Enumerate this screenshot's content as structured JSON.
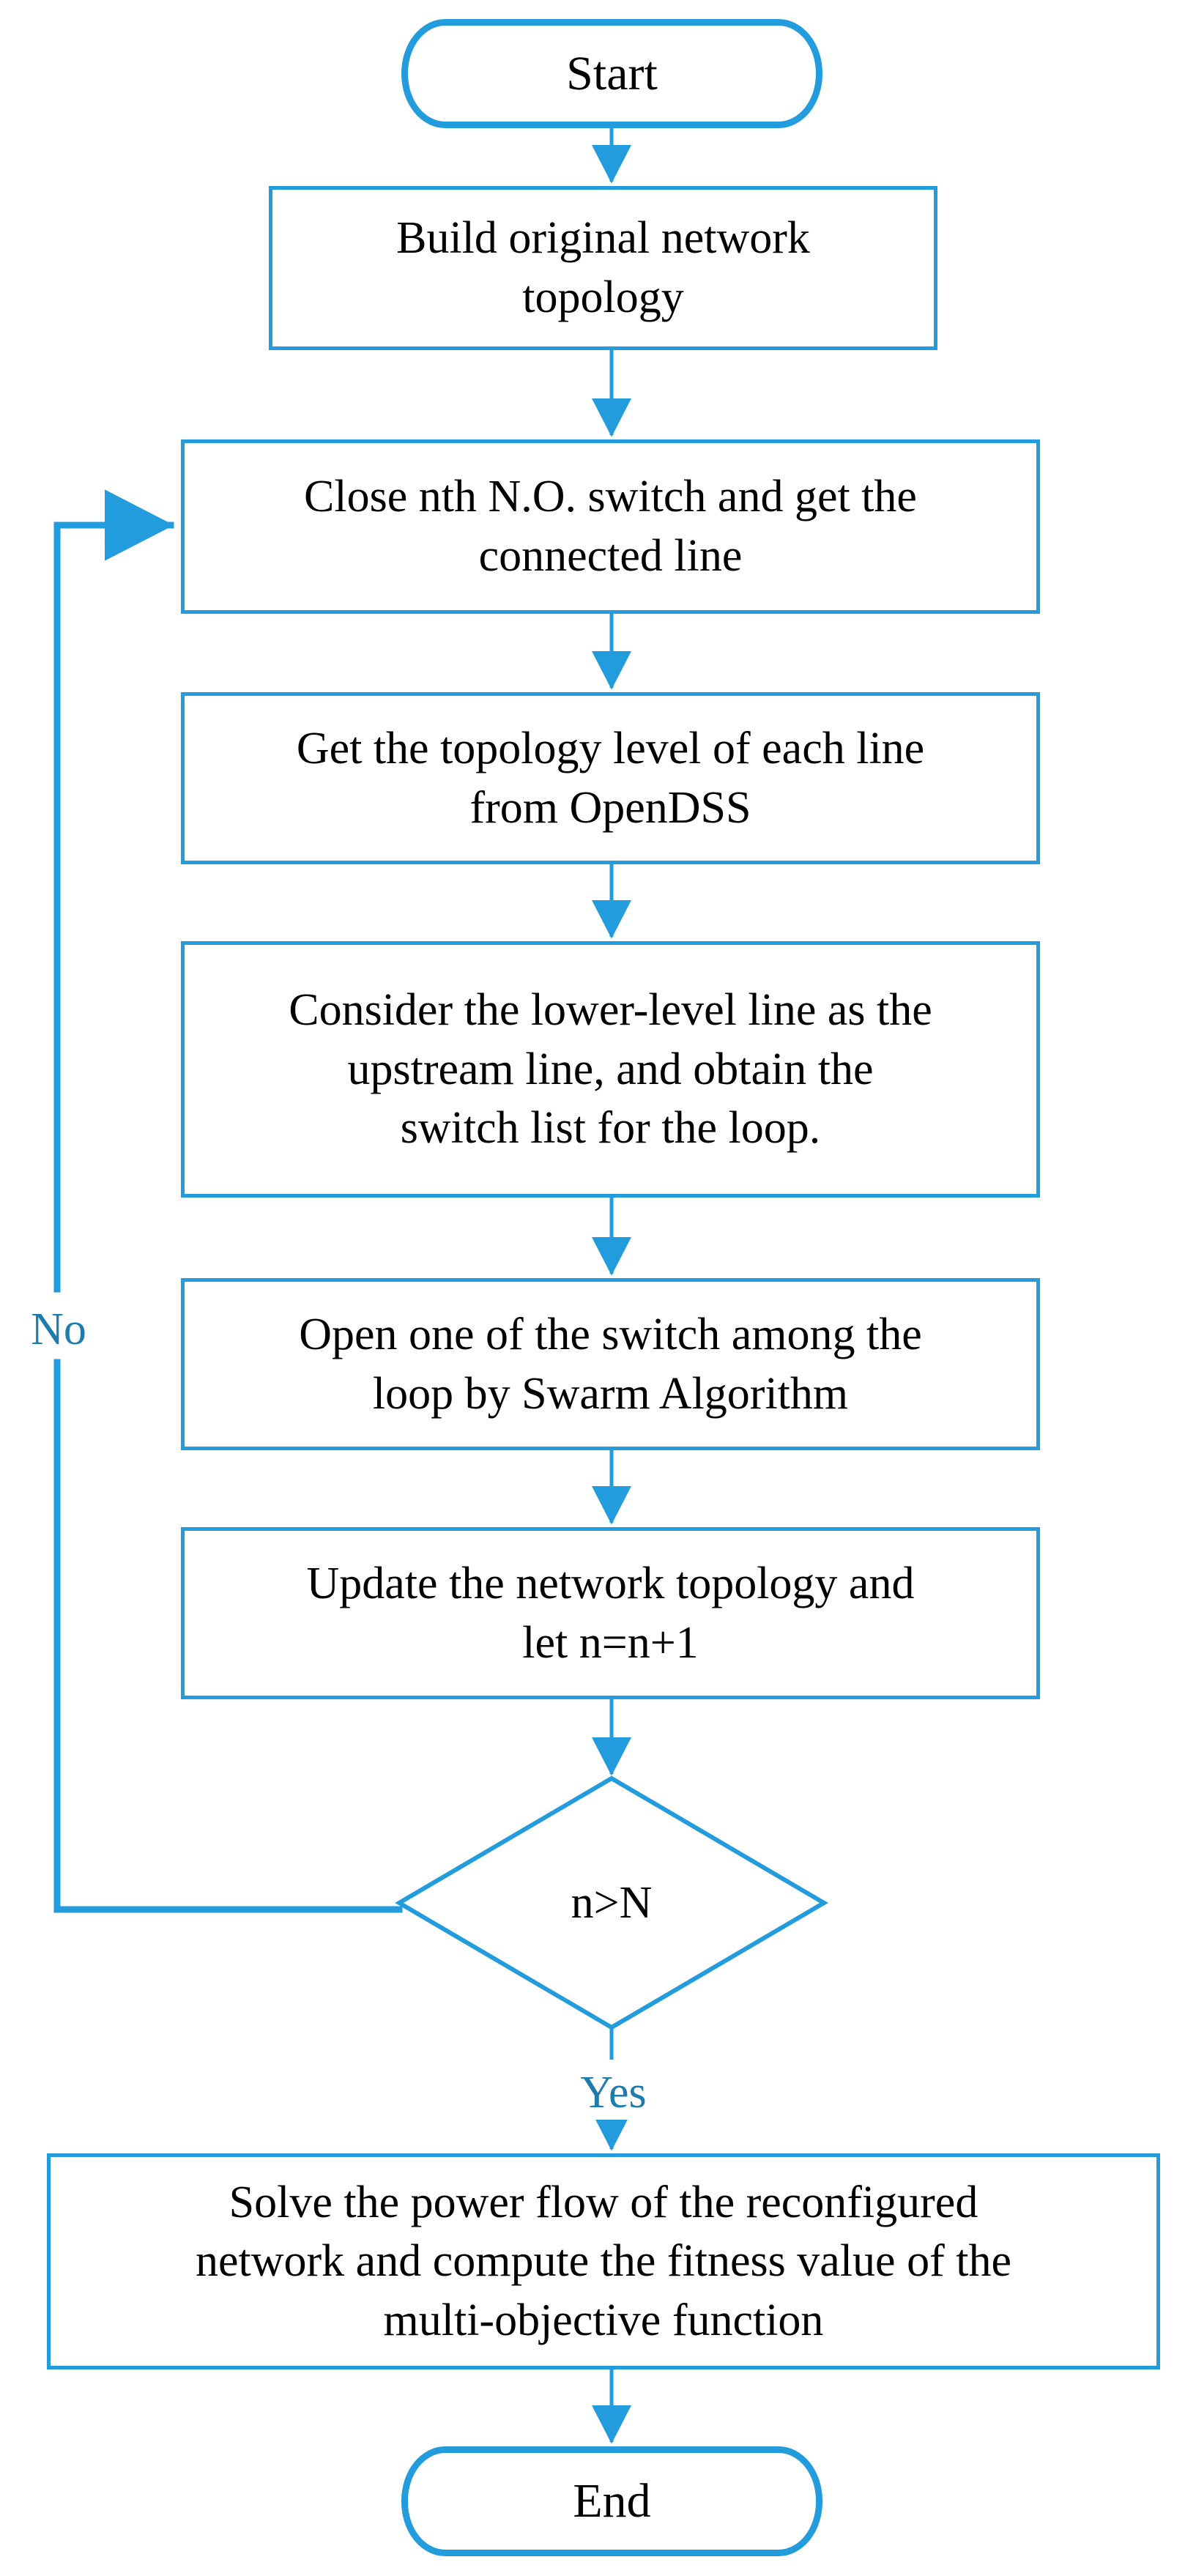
{
  "diagram": {
    "type": "flowchart",
    "title": "Network reconfiguration algorithm flowchart",
    "colors": {
      "stroke": "#229CDC",
      "label_text": "#1B7CAD",
      "node_text": "#000000",
      "background": "#FFFFFF"
    },
    "nodes": [
      {
        "id": "start",
        "shape": "terminal",
        "text": "Start"
      },
      {
        "id": "build",
        "shape": "process",
        "text": "Build original network\ntopology"
      },
      {
        "id": "close",
        "shape": "process",
        "text": "Close nth N.O. switch and get the\nconnected line"
      },
      {
        "id": "topology",
        "shape": "process",
        "text": "Get the topology level of each line\nfrom OpenDSS"
      },
      {
        "id": "consider",
        "shape": "process",
        "text": "Consider the lower-level line as the\nupstream line, and obtain the\nswitch list for the loop."
      },
      {
        "id": "open",
        "shape": "process",
        "text": "Open one of the switch among the\nloop by Swarm Algorithm"
      },
      {
        "id": "update",
        "shape": "process",
        "text": "Update the network topology and\nlet n=n+1"
      },
      {
        "id": "decision",
        "shape": "diamond",
        "text": "n>N"
      },
      {
        "id": "solve",
        "shape": "process",
        "text": "Solve the power flow of the reconfigured\nnetwork and compute the fitness value of the\nmulti-objective function"
      },
      {
        "id": "end",
        "shape": "terminal",
        "text": "End"
      }
    ],
    "edge_labels": {
      "no": "No",
      "yes": "Yes"
    },
    "edges": [
      {
        "from": "start",
        "to": "build",
        "label": ""
      },
      {
        "from": "build",
        "to": "close",
        "label": ""
      },
      {
        "from": "close",
        "to": "topology",
        "label": ""
      },
      {
        "from": "topology",
        "to": "consider",
        "label": ""
      },
      {
        "from": "consider",
        "to": "open",
        "label": ""
      },
      {
        "from": "open",
        "to": "update",
        "label": ""
      },
      {
        "from": "update",
        "to": "decision",
        "label": ""
      },
      {
        "from": "decision",
        "to": "close",
        "label": "No"
      },
      {
        "from": "decision",
        "to": "solve",
        "label": "Yes"
      },
      {
        "from": "solve",
        "to": "end",
        "label": ""
      }
    ]
  }
}
